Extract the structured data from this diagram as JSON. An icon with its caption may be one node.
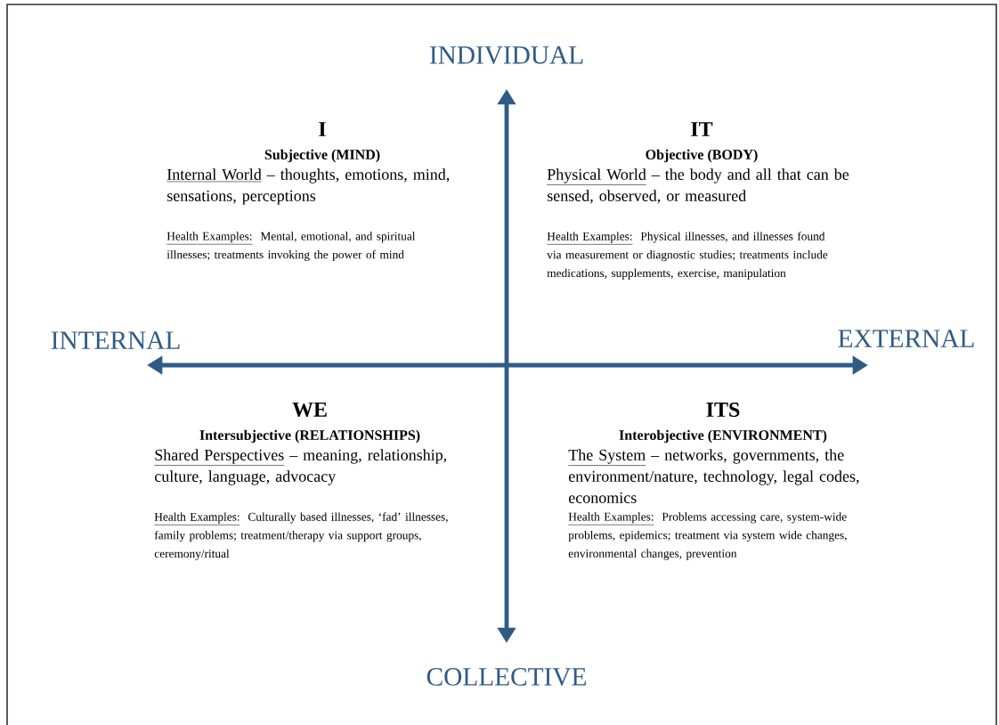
{
  "diagram": {
    "labels": [
      "INDIVIDUAL",
      "I",
      "Subjective  (MIND)",
      "Internal World",
      "– thoughts, emotions, mind, sensations, perceptions",
      "Health Examples:",
      "Mental, emotional, and spiritual illnesses; treatments  invoking the power of mind",
      "IT",
      "Objective  (BODY)",
      "Physical World",
      "– the body and all that can be sensed, observed, or measured",
      "Health Examples:",
      "Physical illnesses, and illnesses found  via measurement  or diagnostic studies; treatments  include medications, supplements,  exercise, manipulation",
      "INTERNAL",
      "EXTERNAL",
      "WE",
      "Intersubjective (RELATIONSHIPS)",
      "Shared Perspectives",
      "– meaning, relationship, culture, language, advocacy",
      "Health Examples:",
      "Culturally based illnesses, ‘fad’ illnesses, family problems; treatment/therapy  via support groups, ceremony/ritual",
      "ITS",
      "Interobjective (ENVIRONMENT)",
      "The System",
      "– networks, governments, the environment/nature, technology, legal codes, economics",
      "Health Examples:",
      "Problems accessing care, system-wide problems, epidemics; treatment via system wide changes, environmental changes,  prevention",
      "COLLECTIVE"
    ]
  }
}
